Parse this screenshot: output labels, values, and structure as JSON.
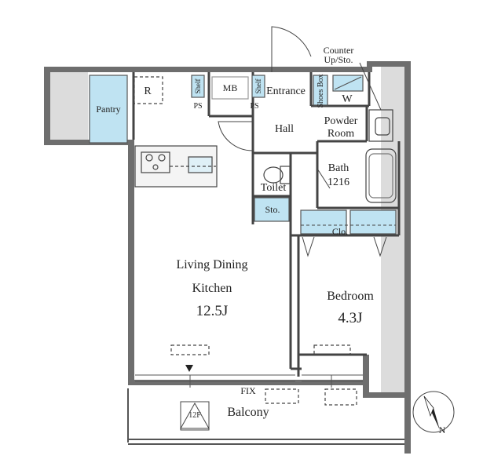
{
  "floorplan": {
    "rooms": {
      "pantry": "Pantry",
      "refrigerator": "R",
      "shelf_left": "Shelf",
      "ps_left": "PS",
      "mb": "MB",
      "shelf_right": "Shelf",
      "ps_right": "PS",
      "entrance": "Entrance",
      "shoes_box": "Shoes Box",
      "washer": "W",
      "counter": "Counter",
      "counter_sub": "Up/Sto.",
      "hall": "Hall",
      "powder_room_1": "Powder",
      "powder_room_2": "Room",
      "bath": "Bath",
      "bath_size": "1216",
      "toilet": "Toilet",
      "storage": "Sto.",
      "closet": "Clo.",
      "ldk_line1": "Living Dining",
      "ldk_line2": "Kitchen",
      "ldk_size": "12.5J",
      "bedroom": "Bedroom",
      "bedroom_size": "4.3J",
      "fix": "FIX",
      "balcony": "Balcony",
      "aircon_unit": "12F"
    },
    "compass": "N",
    "colors": {
      "wall": "#666666",
      "line": "#444444",
      "storage_fill": "#bfe3f2",
      "dash": "#777777"
    }
  }
}
